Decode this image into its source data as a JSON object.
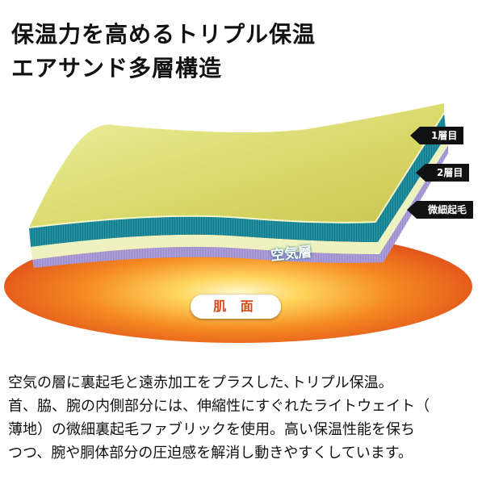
{
  "headline": {
    "line1": "保温力を高めるトリプル保温",
    "line2": "エアサンド多層構造"
  },
  "diagram": {
    "layer1_label": "1層目",
    "layer2_label": "2層目",
    "brushed_label": "微細起毛",
    "air_label": "空気層",
    "skin_label": "肌 面",
    "colors": {
      "layer1": "#dede74",
      "air": "#1f93a3",
      "layer2": "#e8efb0",
      "brushed": "#a99ad8",
      "skin": "#f37021"
    }
  },
  "description": {
    "line1": "空気の層に裏起毛と遠赤加工をプラスした､トリプル保温。",
    "line2": "首、脇、腕の内側部分には、伸縮性にすぐれたライトウェイト（",
    "line3": "薄地）の微細裏起毛ファブリックを使用。高い保温性能を保ち",
    "line4": "つつ、腕や胴体部分の圧迫感を解消し動きやすくしています。"
  }
}
